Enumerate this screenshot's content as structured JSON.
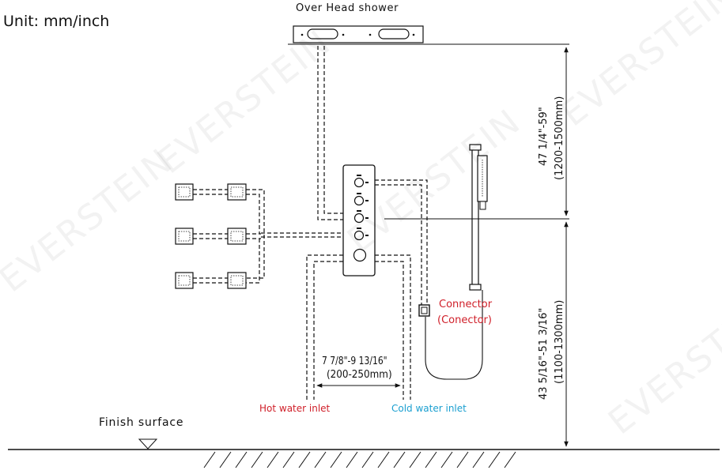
{
  "diagram": {
    "unit_label": "Unit: mm/inch",
    "overhead_label": "Over Head shower",
    "finish_label": "Finish surface",
    "hot_label": "Hot water inlet",
    "cold_label": "Cold water inlet",
    "connector_label": "Connector",
    "connector_label_alt": "(Conector)",
    "width_dim_inch": "7 7/8\"-9 13/16\"",
    "width_dim_mm": "(200-250mm)",
    "upper_dim_inch": "47 1/4\"-59\"",
    "upper_dim_mm": "(1200-1500mm)",
    "lower_dim_inch": "43 5/16\"-51  3/16\"",
    "lower_dim_mm": "(1100-1300mm)",
    "watermark": "EVERSTEIN"
  },
  "colors": {
    "line": "#111111",
    "hot": "#d0202a",
    "cold": "#1a9fd0"
  }
}
